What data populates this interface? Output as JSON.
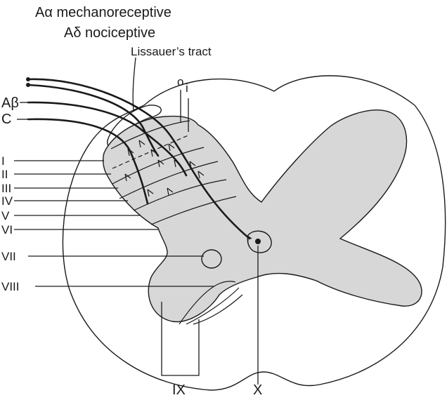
{
  "fibers": {
    "a_alpha": "Aα mechanoreceptive",
    "a_delta": "Aδ nociceptive",
    "a_beta": "Aβ",
    "c": "C"
  },
  "structures": {
    "lissauer": "Lissauer’s tract",
    "outer": "o",
    "inner": "i"
  },
  "laminae": {
    "I": "I",
    "II": "II",
    "III": "III",
    "IV": "IV",
    "V": "V",
    "VI": "VI",
    "VII": "VII",
    "VIII": "VIII",
    "IX": "IX",
    "X": "X"
  }
}
